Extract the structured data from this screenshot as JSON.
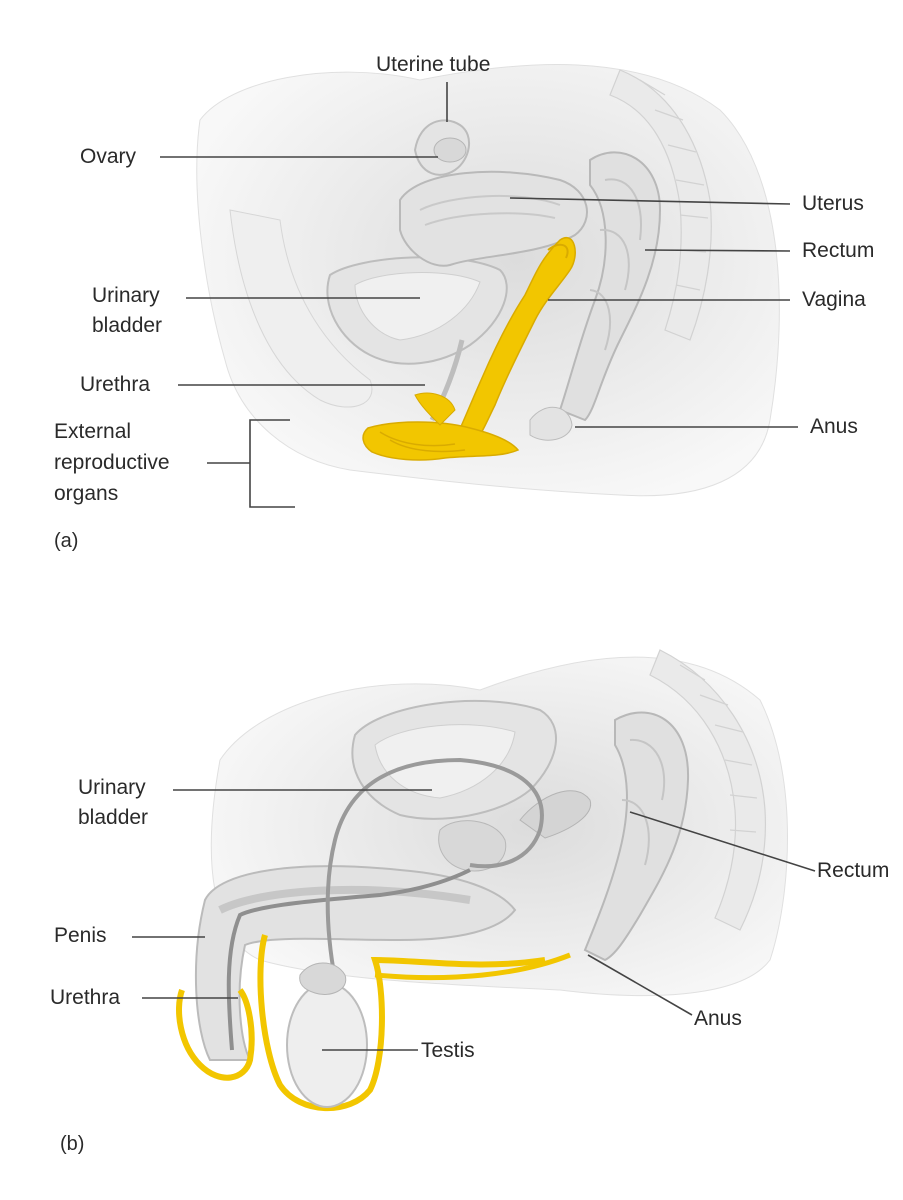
{
  "colors": {
    "highlight": "#f2c600",
    "highlight_dark": "#d9ab00",
    "tissue": "#e6e6e6",
    "tissue_light": "#f1f1f1",
    "tissue_dark": "#c8c8c8",
    "leader": "#444444"
  },
  "panel_a": {
    "tag": "(a)",
    "labels": {
      "uterine_tube": "Uterine tube",
      "ovary": "Ovary",
      "uterus": "Uterus",
      "rectum": "Rectum",
      "urinary_bladder_1": "Urinary",
      "urinary_bladder_2": "bladder",
      "vagina": "Vagina",
      "urethra": "Urethra",
      "anus": "Anus",
      "external_1": "External",
      "external_2": "reproductive",
      "external_3": "organs"
    }
  },
  "panel_b": {
    "tag": "(b)",
    "labels": {
      "urinary_bladder_1": "Urinary",
      "urinary_bladder_2": "bladder",
      "rectum": "Rectum",
      "penis": "Penis",
      "urethra": "Urethra",
      "anus": "Anus",
      "testis": "Testis"
    }
  }
}
